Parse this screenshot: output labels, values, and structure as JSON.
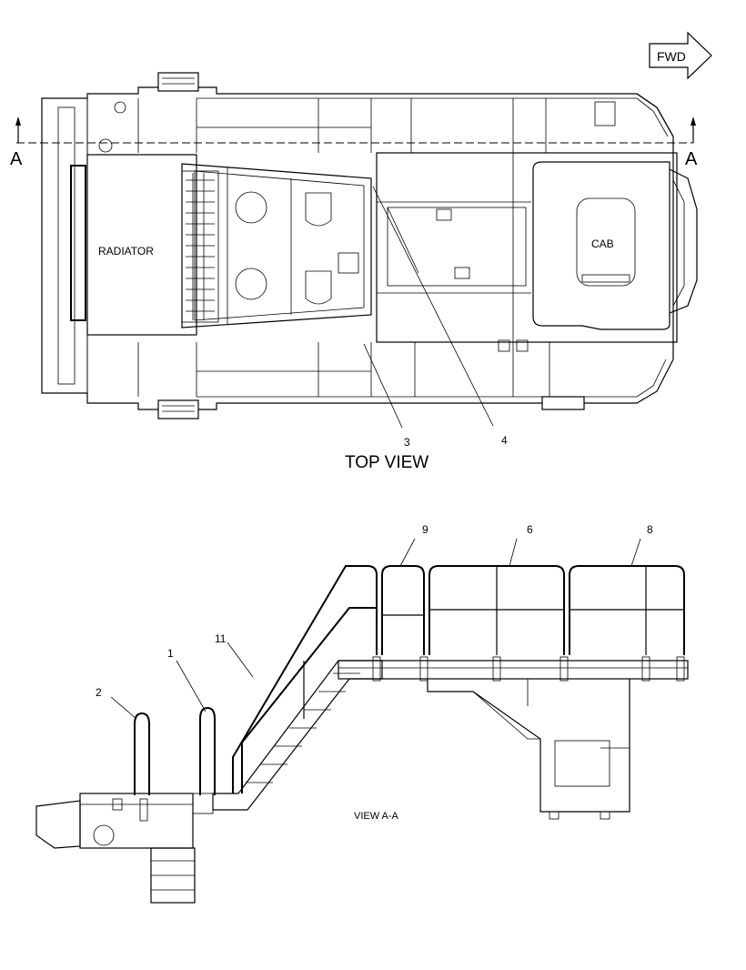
{
  "direction_arrow": {
    "label": "FWD"
  },
  "section_markers": {
    "left": "A",
    "right": "A"
  },
  "top_view": {
    "title": "TOP VIEW",
    "labels": {
      "radiator": "RADIATOR",
      "cab": "CAB"
    },
    "callouts": [
      "3",
      "4"
    ]
  },
  "section_view": {
    "title": "VIEW A-A",
    "callouts": [
      "9",
      "6",
      "8",
      "11",
      "1",
      "2"
    ]
  }
}
